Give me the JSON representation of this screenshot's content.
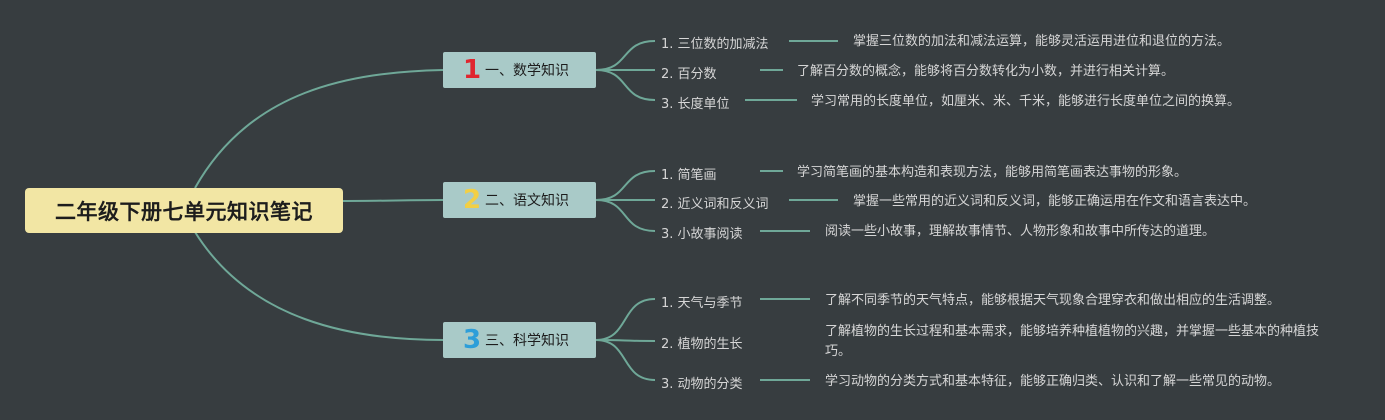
{
  "root": {
    "title": "二年级下册七单元知识笔记"
  },
  "colors": {
    "background": "#373d40",
    "connector": "#6fa898",
    "root_fill": "#f2e6a4",
    "branch_fill": "#a9cac8",
    "num_1": "#e0262f",
    "num_2": "#f2cf45",
    "num_3": "#2d9ed9"
  },
  "branches": [
    {
      "number": "1",
      "label": "一、数学知识",
      "items": [
        {
          "topic": "1. 三位数的加减法",
          "desc": "掌握三位数的加法和减法运算，能够灵活运用进位和退位的方法。"
        },
        {
          "topic": "2. 百分数",
          "desc": "了解百分数的概念，能够将百分数转化为小数，并进行相关计算。"
        },
        {
          "topic": "3. 长度单位",
          "desc": "学习常用的长度单位，如厘米、米、千米，能够进行长度单位之间的换算。"
        }
      ]
    },
    {
      "number": "2",
      "label": "二、语文知识",
      "items": [
        {
          "topic": "1. 简笔画",
          "desc": "学习简笔画的基本构造和表现方法，能够用简笔画表达事物的形象。"
        },
        {
          "topic": "2. 近义词和反义词",
          "desc": "掌握一些常用的近义词和反义词，能够正确运用在作文和语言表达中。"
        },
        {
          "topic": "3. 小故事阅读",
          "desc": "阅读一些小故事，理解故事情节、人物形象和故事中所传达的道理。"
        }
      ]
    },
    {
      "number": "3",
      "label": "三、科学知识",
      "items": [
        {
          "topic": "1. 天气与季节",
          "desc": "了解不同季节的天气特点，能够根据天气现象合理穿衣和做出相应的生活调整。"
        },
        {
          "topic": "2. 植物的生长",
          "desc": "了解植物的生长过程和基本需求，能够培养种植植物的兴趣，并掌握一些基本的种植技巧。"
        },
        {
          "topic": "3. 动物的分类",
          "desc": "学习动物的分类方式和基本特征，能够正确归类、认识和了解一些常见的动物。"
        }
      ]
    }
  ]
}
